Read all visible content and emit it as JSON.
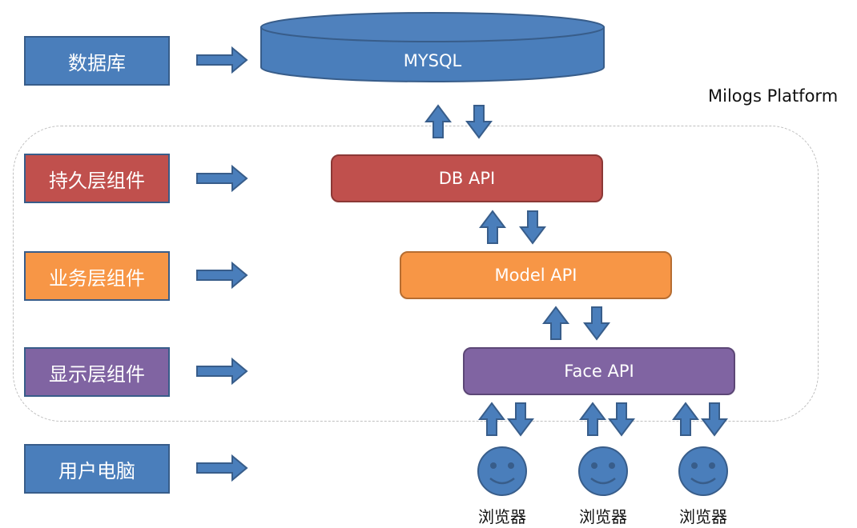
{
  "platform": {
    "label": "Milogs Platform"
  },
  "database": {
    "label": "MYSQL"
  },
  "layers": [
    {
      "label": "数据库",
      "color": "#4a7ebb"
    },
    {
      "label": "持久层组件",
      "color": "#c0504d"
    },
    {
      "label": "业务层组件",
      "color": "#f79646"
    },
    {
      "label": "显示层组件",
      "color": "#8064a2"
    },
    {
      "label": "用户电脑",
      "color": "#4a7ebb"
    }
  ],
  "apis": [
    {
      "label": "DB API",
      "color": "#c0504d"
    },
    {
      "label": "Model API",
      "color": "#f79646"
    },
    {
      "label": "Face API",
      "color": "#8064a2"
    }
  ],
  "browsers": [
    {
      "label": "浏览器"
    },
    {
      "label": "浏览器"
    },
    {
      "label": "浏览器"
    }
  ],
  "colors": {
    "blue": "#4a7ebb",
    "blue_border": "#385d8a",
    "red": "#c0504d",
    "orange": "#f79646",
    "purple": "#8064a2",
    "dashed_border": "#bfbfbf"
  }
}
